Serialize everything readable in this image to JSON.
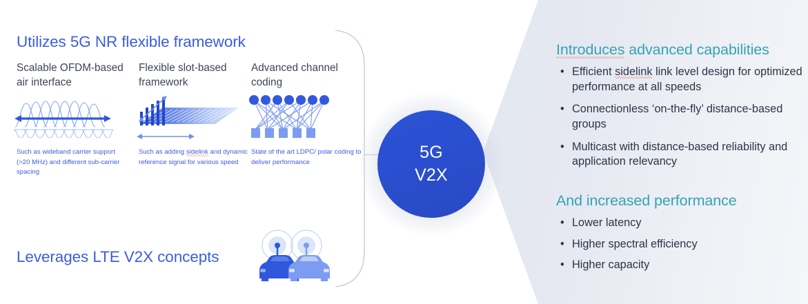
{
  "left": {
    "heading_top": "Utilizes 5G NR flexible framework",
    "heading_bottom": "Leverages LTE V2X concepts",
    "columns": [
      {
        "title": "Scalable OFDM-based air interface",
        "caption": "Such as wideband carrier support (>20 MHz) and different sub-carrier spacing",
        "graphic": "ofdm-subcarriers-diagram"
      },
      {
        "title": "Flexible slot-based framework",
        "caption_pre": "Such as adding ",
        "caption_misspelled": "sidelink",
        "caption_post": " and dynamic reference signal for various speed",
        "graphic": "slot-framework-diagram"
      },
      {
        "title": "Advanced channel coding",
        "caption": "State of the art LDPC/ polar coding to deliver performance",
        "graphic": "ldpc-tanner-graph-diagram"
      }
    ],
    "bottom_graphic": "two-cars-v2x-icon"
  },
  "center": {
    "line1": "5G",
    "line2": "V2X"
  },
  "right": {
    "section1": {
      "heading_misspelled": "Introduces",
      "heading_rest": " advanced capabilities",
      "bullets": [
        {
          "pre": "Efficient ",
          "misspelled": "sidelink",
          "post": " link level design for optimized performance at all speeds"
        },
        {
          "text": "Connectionless ‘on-the-fly’ distance-based groups"
        },
        {
          "text": "Multicast with distance-based reliability and application relevancy"
        }
      ]
    },
    "section2": {
      "heading": "And increased performance",
      "bullets": [
        {
          "text": "Lower latency"
        },
        {
          "text": "Higher spectral efficiency"
        },
        {
          "text": "Higher capacity"
        }
      ]
    },
    "bullet_glyph": "•"
  },
  "colors": {
    "brand_blue": "#3b5de0",
    "circle_blue": "#2a4fd0",
    "teal": "#34a3b4",
    "body_text": "#2c3445",
    "panel_bg": "#e6e9f1",
    "spell_underline": "#e8392a"
  }
}
